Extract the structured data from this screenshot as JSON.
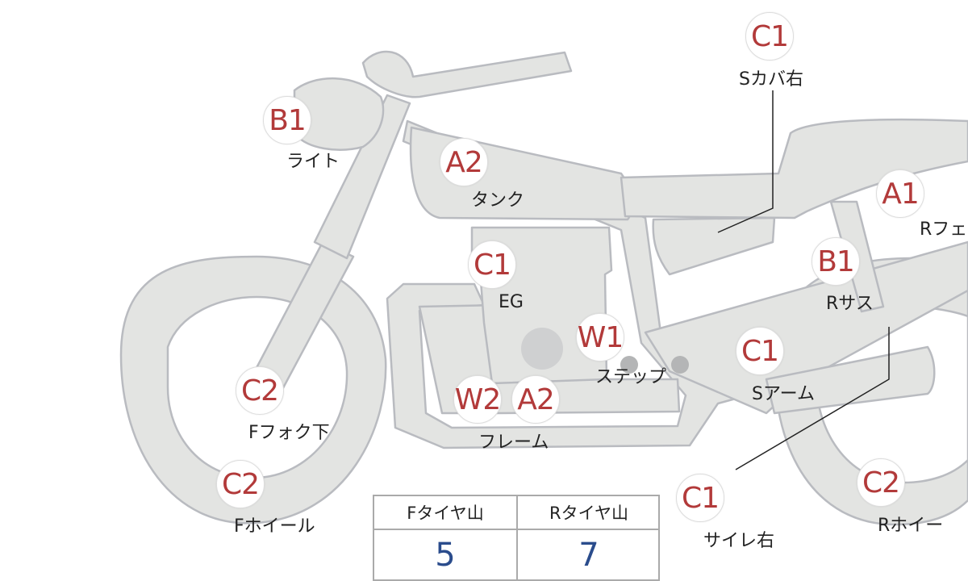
{
  "parts": {
    "s_cover_right": {
      "grade": "C1",
      "name": "Sカバ右"
    },
    "light": {
      "grade": "B1",
      "name": "ライト"
    },
    "tank": {
      "grade": "A2",
      "name": "タンク"
    },
    "rear_fender": {
      "grade": "A1",
      "name": "Rフェ"
    },
    "engine": {
      "grade": "C1",
      "name": "EG"
    },
    "rear_suspension": {
      "grade": "B1",
      "name": "Rサス"
    },
    "step": {
      "grade": "W1",
      "name": "ステップ"
    },
    "swing_arm": {
      "grade": "C1",
      "name": "Sアーム"
    },
    "front_fork_lower": {
      "grade": "C2",
      "name": "Fフォク下"
    },
    "frame": {
      "grade_a": "W2",
      "grade_b": "A2",
      "name": "フレーム"
    },
    "muffler_right": {
      "grade": "C1",
      "name": "サイレ右"
    },
    "front_wheel": {
      "grade": "C2",
      "name": "Fホイール"
    },
    "rear_wheel": {
      "grade": "C2",
      "name": "Rホイー"
    }
  },
  "tire_tread": {
    "front_label": "Fタイヤ山",
    "rear_label": "Rタイヤ山",
    "front_value": "5",
    "rear_value": "7"
  },
  "colors": {
    "body_fill": "#e3e4e2",
    "body_stroke": "#b9bbc0",
    "grade_text": "#b23a3a",
    "tread_value": "#2a4c8c"
  }
}
